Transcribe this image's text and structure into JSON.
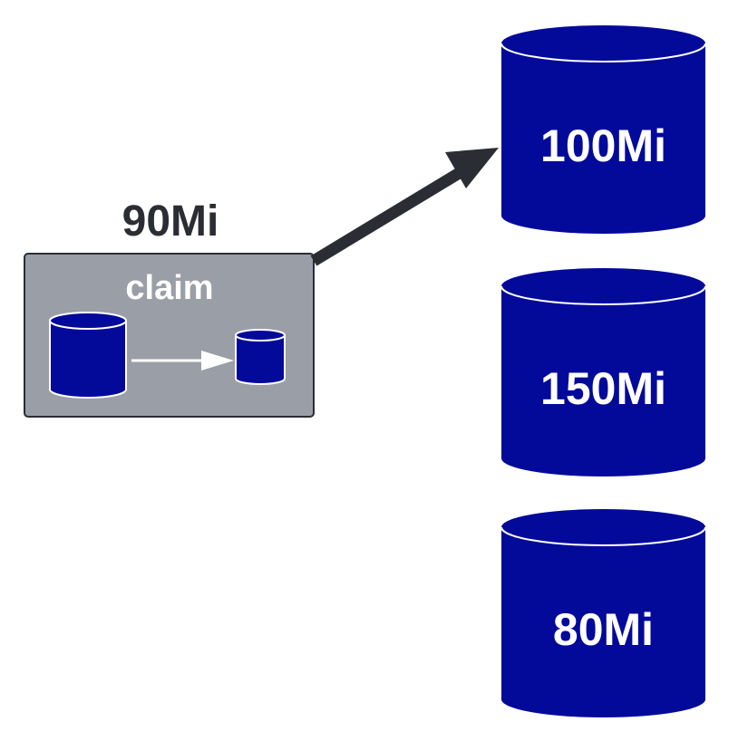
{
  "colors": {
    "volume_fill": "#030a9a",
    "volume_edge": "#ffffff",
    "claim_box_fill": "#9a9ea6",
    "claim_box_border": "#2a2d33",
    "arrow": "#2a2d33",
    "inner_arrow": "#ffffff",
    "background": "#ffffff"
  },
  "claim": {
    "request_label": "90Mi",
    "box_label": "claim"
  },
  "volumes": [
    {
      "label": "100Mi",
      "target": true
    },
    {
      "label": "150Mi",
      "target": false
    },
    {
      "label": "80Mi",
      "target": false
    }
  ]
}
